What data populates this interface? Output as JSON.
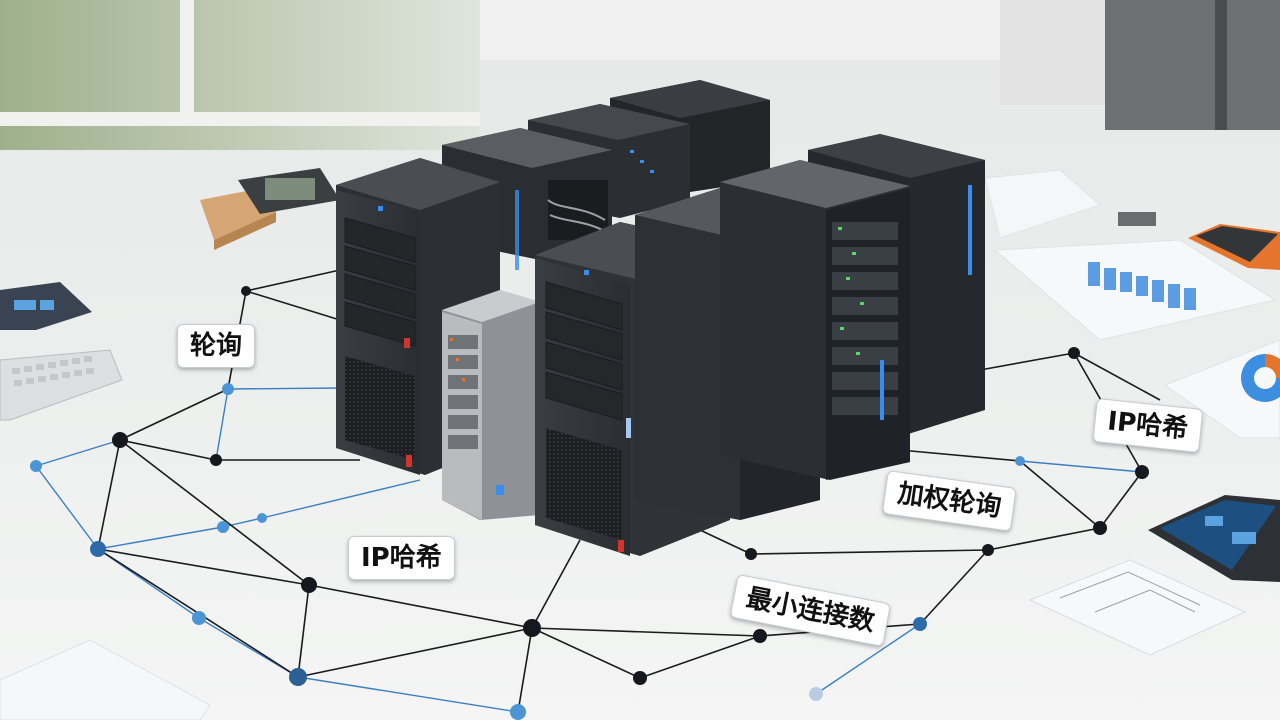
{
  "labels": {
    "round_robin": "轮询",
    "ip_hash_left": "IP哈希",
    "weighted_round_robin": "加权轮询",
    "least_connections": "最小连接数",
    "ip_hash_right": "IP哈希"
  },
  "colors": {
    "floor": "#eef0ef",
    "server_dark": "#2f3236",
    "server_side": "#1f2226",
    "server_silver": "#b9bcbf",
    "network_line": "#1b1b1b",
    "network_line_blue": "#3a7fc4",
    "node_dark": "#15181c",
    "node_blue": "#4b95d6",
    "indicator_red": "#d2352e",
    "indicator_blue": "#3b8cf0",
    "indicator_green": "#5bd66a",
    "desk_pad_orange": "#e5742c"
  }
}
